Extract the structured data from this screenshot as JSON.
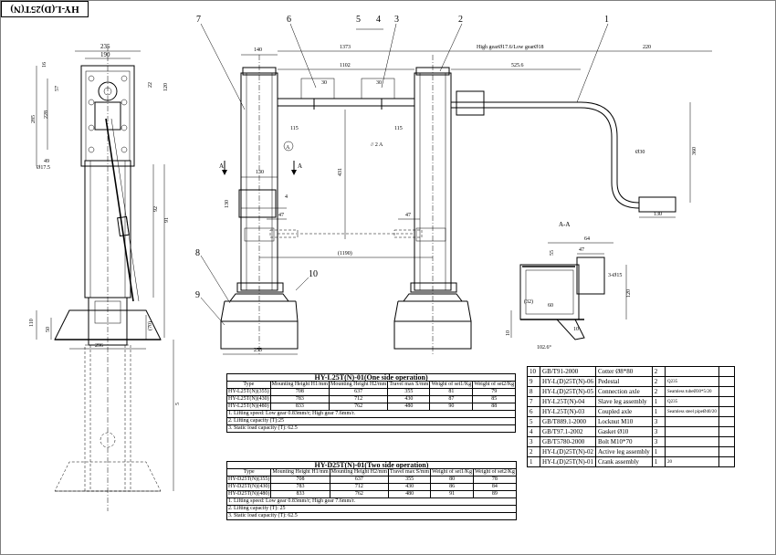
{
  "title_block": "HY-L(D)25T(N)",
  "dims": {
    "d235": "235",
    "d190": "190",
    "d140": "140",
    "d1373": "1373",
    "d1102": "1102",
    "d30a": "30",
    "d30b": "30",
    "d115a": "115",
    "d115b": "115",
    "d130": "130",
    "d4": "4",
    "d47a": "47",
    "d47b": "47",
    "d1190": "(1190)",
    "d431": "431",
    "d255": "255",
    "d296": "296",
    "d220": "220",
    "d525": "525.6",
    "d130b": "130",
    "d360": "360",
    "phi30": "Ø30",
    "d92": "92",
    "d91": "91",
    "d22": "22",
    "d120": "120",
    "d57": "57",
    "d16": "16",
    "d285": "285",
    "d228": "228",
    "d110": "110",
    "d50": "50",
    "d70": "(70)",
    "d5": "5",
    "phi17": "Ø17.5",
    "d49": "49",
    "gear": "High gearØ17.6/Low gearØ18",
    "d64": "64",
    "d47c": "47",
    "d55": "55",
    "d3phi": "3-Ø15",
    "d32": "(32)",
    "d60": "60",
    "d120b": "120",
    "d10": "10",
    "d102": "102.6°",
    "d10b": "10",
    "A": "A",
    "A2": "A",
    "section": "A-A",
    "tol": "// 2 A"
  },
  "balloons": [
    "1",
    "2",
    "3",
    "4",
    "5",
    "6",
    "7",
    "8",
    "9",
    "10"
  ],
  "one_side": {
    "title": "HY-L25T(N)-01(One side operation)",
    "headers": [
      "Type",
      "Mounting Height H1/mm",
      "Mounting Height H2/mm",
      "Travel max S/mm",
      "Weight of set1/Kg",
      "Weight of set2/Kg"
    ],
    "rows": [
      [
        "HY-L25T(N)(355)",
        "708",
        "637",
        "355",
        "81",
        "79"
      ],
      [
        "HY-L25T(N)(430)",
        "783",
        "712",
        "430",
        "87",
        "85"
      ],
      [
        "HY-L25T(N)(480)",
        "833",
        "762",
        "480",
        "90",
        "88"
      ]
    ],
    "notes": [
      "1. Lifting speed: Low gear 0.83mm/r; High gear 7.6mm/r.",
      "2. Lifting capacity (T):25",
      "3. Static load capacity (T): 62.5"
    ]
  },
  "two_side": {
    "title": "HY-D25T(N)-01(Two side operation)",
    "headers": [
      "Type",
      "Mounting Height H1/mm",
      "Mounting Height H2/mm",
      "Travel max S/mm",
      "Weight of set1/Kg",
      "Weight of set2/Kg"
    ],
    "rows": [
      [
        "HY-D25T(N)(355)",
        "708",
        "637",
        "355",
        "80",
        "78"
      ],
      [
        "HY-D25T(N)(430)",
        "783",
        "712",
        "430",
        "86",
        "84"
      ],
      [
        "HY-D25T(N)(480)",
        "833",
        "762",
        "480",
        "91",
        "89"
      ]
    ],
    "notes": [
      "1. Lifting speed: Low gear 0.83mm/r; High gear 7.6mm/r.",
      "2. Lifting capacity (T): 25",
      "3. Static load capacity (T): 62.5"
    ]
  },
  "bom": [
    [
      "10",
      "GB/T91-2000",
      "Cotter Ø8*80",
      "2",
      "",
      ""
    ],
    [
      "9",
      "HY-L(D)25T(N)-06",
      "Pedestal",
      "2",
      "Q235",
      ""
    ],
    [
      "8",
      "HY-L(D)25T(N)-05",
      "Connection axle",
      "2",
      "Seamless tubeØ30*5/20",
      ""
    ],
    [
      "7",
      "HY-L25T(N)-04",
      "Slave leg assembly",
      "1",
      "Q235",
      ""
    ],
    [
      "6",
      "HY-L25T(N)-03",
      "Coupled axle",
      "1",
      "Seamless steel pipeØ40/20",
      ""
    ],
    [
      "5",
      "GB/T889.1-2000",
      "Locknut M10",
      "3",
      "",
      ""
    ],
    [
      "4",
      "GB/T97.1-2002",
      "Gasket Ø10",
      "3",
      "",
      ""
    ],
    [
      "3",
      "GB/T5780-2000",
      "Bolt M10*70",
      "3",
      "",
      ""
    ],
    [
      "2",
      "HY-L(D)25T(N)-02",
      "Active leg assembly",
      "1",
      "",
      ""
    ],
    [
      "1",
      "HY-L(D)25T(N)-01",
      "Crank assembly",
      "1",
      "20",
      ""
    ]
  ]
}
